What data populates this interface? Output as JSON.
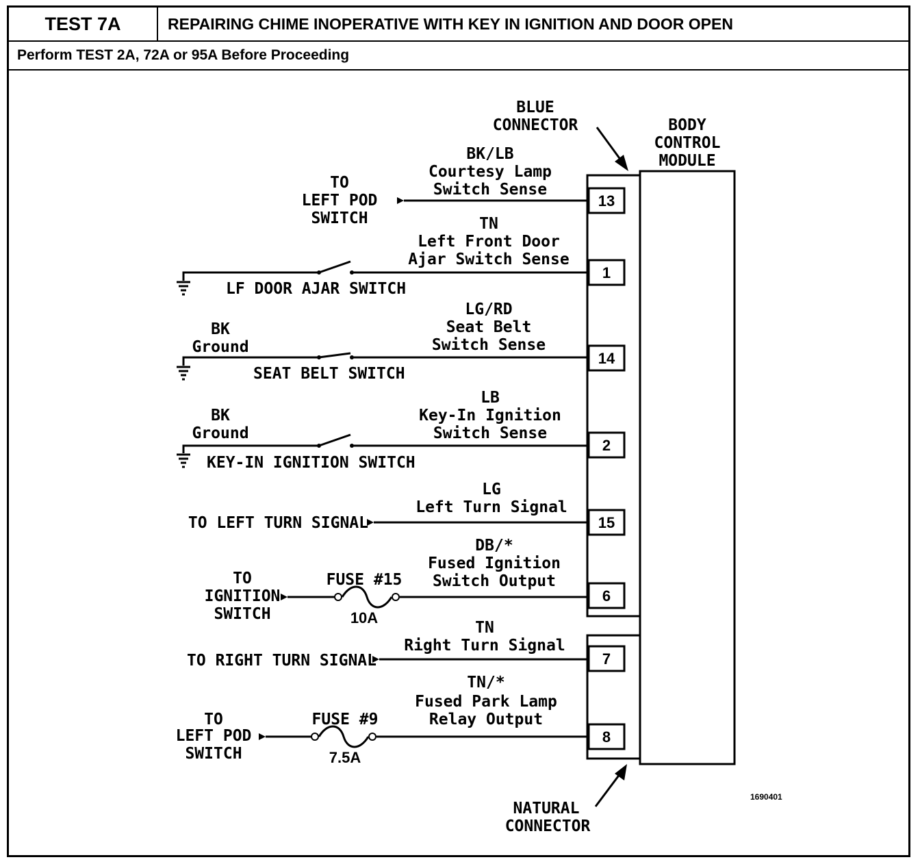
{
  "header": {
    "test_id": "TEST 7A",
    "title": "REPAIRING CHIME INOPERATIVE WITH KEY IN IGNITION AND DOOR OPEN",
    "prerequisite": "Perform TEST 2A, 72A or 95A Before Proceeding"
  },
  "diagram": {
    "blue_connector": [
      "BLUE",
      "CONNECTOR"
    ],
    "natural_connector": [
      "NATURAL",
      "CONNECTOR"
    ],
    "module": [
      "BODY",
      "CONTROL",
      "MODULE"
    ],
    "figure_id": "1690401",
    "circuits": [
      {
        "pin": "13",
        "label": [
          "BK/LB",
          "Courtesy Lamp",
          "Switch Sense"
        ],
        "dest": [
          "TO",
          "LEFT POD",
          "SWITCH"
        ]
      },
      {
        "pin": "1",
        "label": [
          "TN",
          "Left Front Door",
          "Ajar Switch Sense"
        ],
        "component": "LF DOOR AJAR SWITCH"
      },
      {
        "pin": "14",
        "label": [
          "LG/RD",
          "Seat Belt",
          "Switch Sense"
        ],
        "ground": [
          "BK",
          "Ground"
        ],
        "component": "SEAT BELT SWITCH"
      },
      {
        "pin": "2",
        "label": [
          "LB",
          "Key-In Ignition",
          "Switch Sense"
        ],
        "ground": [
          "BK",
          "Ground"
        ],
        "component": "KEY-IN IGNITION SWITCH"
      },
      {
        "pin": "15",
        "label": [
          "LG",
          "Left Turn Signal"
        ],
        "dest": [
          "TO LEFT TURN SIGNAL"
        ]
      },
      {
        "pin": "6",
        "label": [
          "DB/*",
          "Fused Ignition",
          "Switch Output"
        ],
        "fuse": "FUSE #15",
        "rating": "10A",
        "dest": [
          "TO",
          "IGNITION",
          "SWITCH"
        ]
      },
      {
        "pin": "7",
        "label": [
          "TN",
          "Right Turn Signal"
        ],
        "dest": [
          "TO RIGHT TURN SIGNAL"
        ]
      },
      {
        "pin": "8",
        "label": [
          "TN/*",
          "Fused Park Lamp",
          "Relay Output"
        ],
        "fuse": "FUSE #9",
        "rating": "7.5A",
        "dest": [
          "TO",
          "LEFT POD",
          "SWITCH"
        ]
      }
    ]
  }
}
